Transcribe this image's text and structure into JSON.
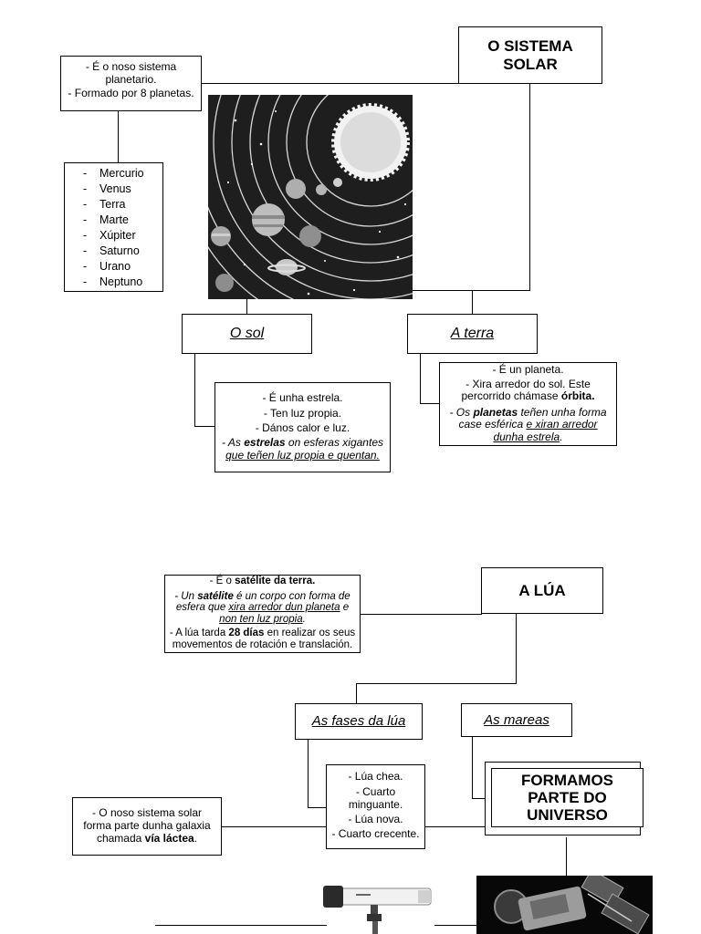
{
  "solar": {
    "title": "O SISTEMA SOLAR",
    "intro": [
      "- É o noso sistema planetario.",
      "- Formado por 8 planetas."
    ],
    "planets": [
      "Mercurio",
      "Venus",
      "Terra",
      "Marte",
      "Xúpiter",
      "Saturno",
      "Urano",
      "Neptuno"
    ],
    "sol": {
      "label": "O sol",
      "line1": "- É unha estrela.",
      "line2": "- Ten luz propia.",
      "line3": "- Dános calor e luz.",
      "def_pre": "- As ",
      "def_bold": "estrelas",
      "def_mid": " on esferas xigantes",
      "def_under": "que teñen luz propia e quentan."
    },
    "terra": {
      "label": "A terra",
      "line1": "- É un planeta.",
      "line2a": "- Xira arredor do sol. Este",
      "line2b": "percorrido chámase ",
      "line2bold": "órbita.",
      "def_pre": "- Os ",
      "def_bold": "planetas",
      "def_mid": " teñen unha forma",
      "def_line2": "case esférica ",
      "def_under": "e xiran arredor",
      "def_under2": "dunha estrela",
      "def_end": "."
    }
  },
  "moon": {
    "title": "A LÚA",
    "line1_pre": "- É o ",
    "line1_bold": "satélite da terra.",
    "line2_pre": "- Un ",
    "line2_bold": "satélite",
    "line2_mid": " é un corpo con forma de",
    "line3_pre": "esfera que ",
    "line3_under": "xira arredor dun planeta",
    "line3_end": " e",
    "line4_under": "non ten luz propia",
    "line4_end": ".",
    "line5_pre": "- A lúa tarda ",
    "line5_bold": "28 días",
    "line5_mid": " en realizar os seus",
    "line6": "movementos de rotación e translación.",
    "fases": {
      "label": "As fases da lúa",
      "items": [
        "- Lúa chea.",
        "- Cuarto minguante.",
        "- Lúa nova.",
        "- Cuarto crecente."
      ]
    },
    "mareas": {
      "label": "As mareas"
    }
  },
  "universe": {
    "title": "FORMAMOS PARTE DO UNIVERSO",
    "note_pre": "- O noso sistema solar forma parte dunha galaxia chamada ",
    "note_bold": "vía láctea",
    "note_end": "."
  }
}
